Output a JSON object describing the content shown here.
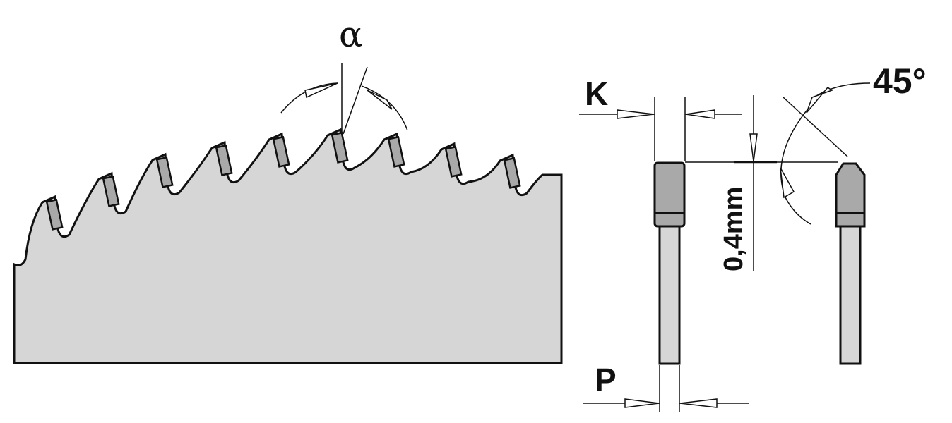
{
  "diagram": {
    "labels": {
      "hook_angle": "α",
      "kerf": "K",
      "chamfer_depth": "0,4mm",
      "chamfer_angle": "45°",
      "plate": "P"
    },
    "colors": {
      "blade_fill": "#d6d6d6",
      "tip_fill": "#a9a9a9",
      "line": "#111111"
    },
    "tooth_count": 9
  }
}
